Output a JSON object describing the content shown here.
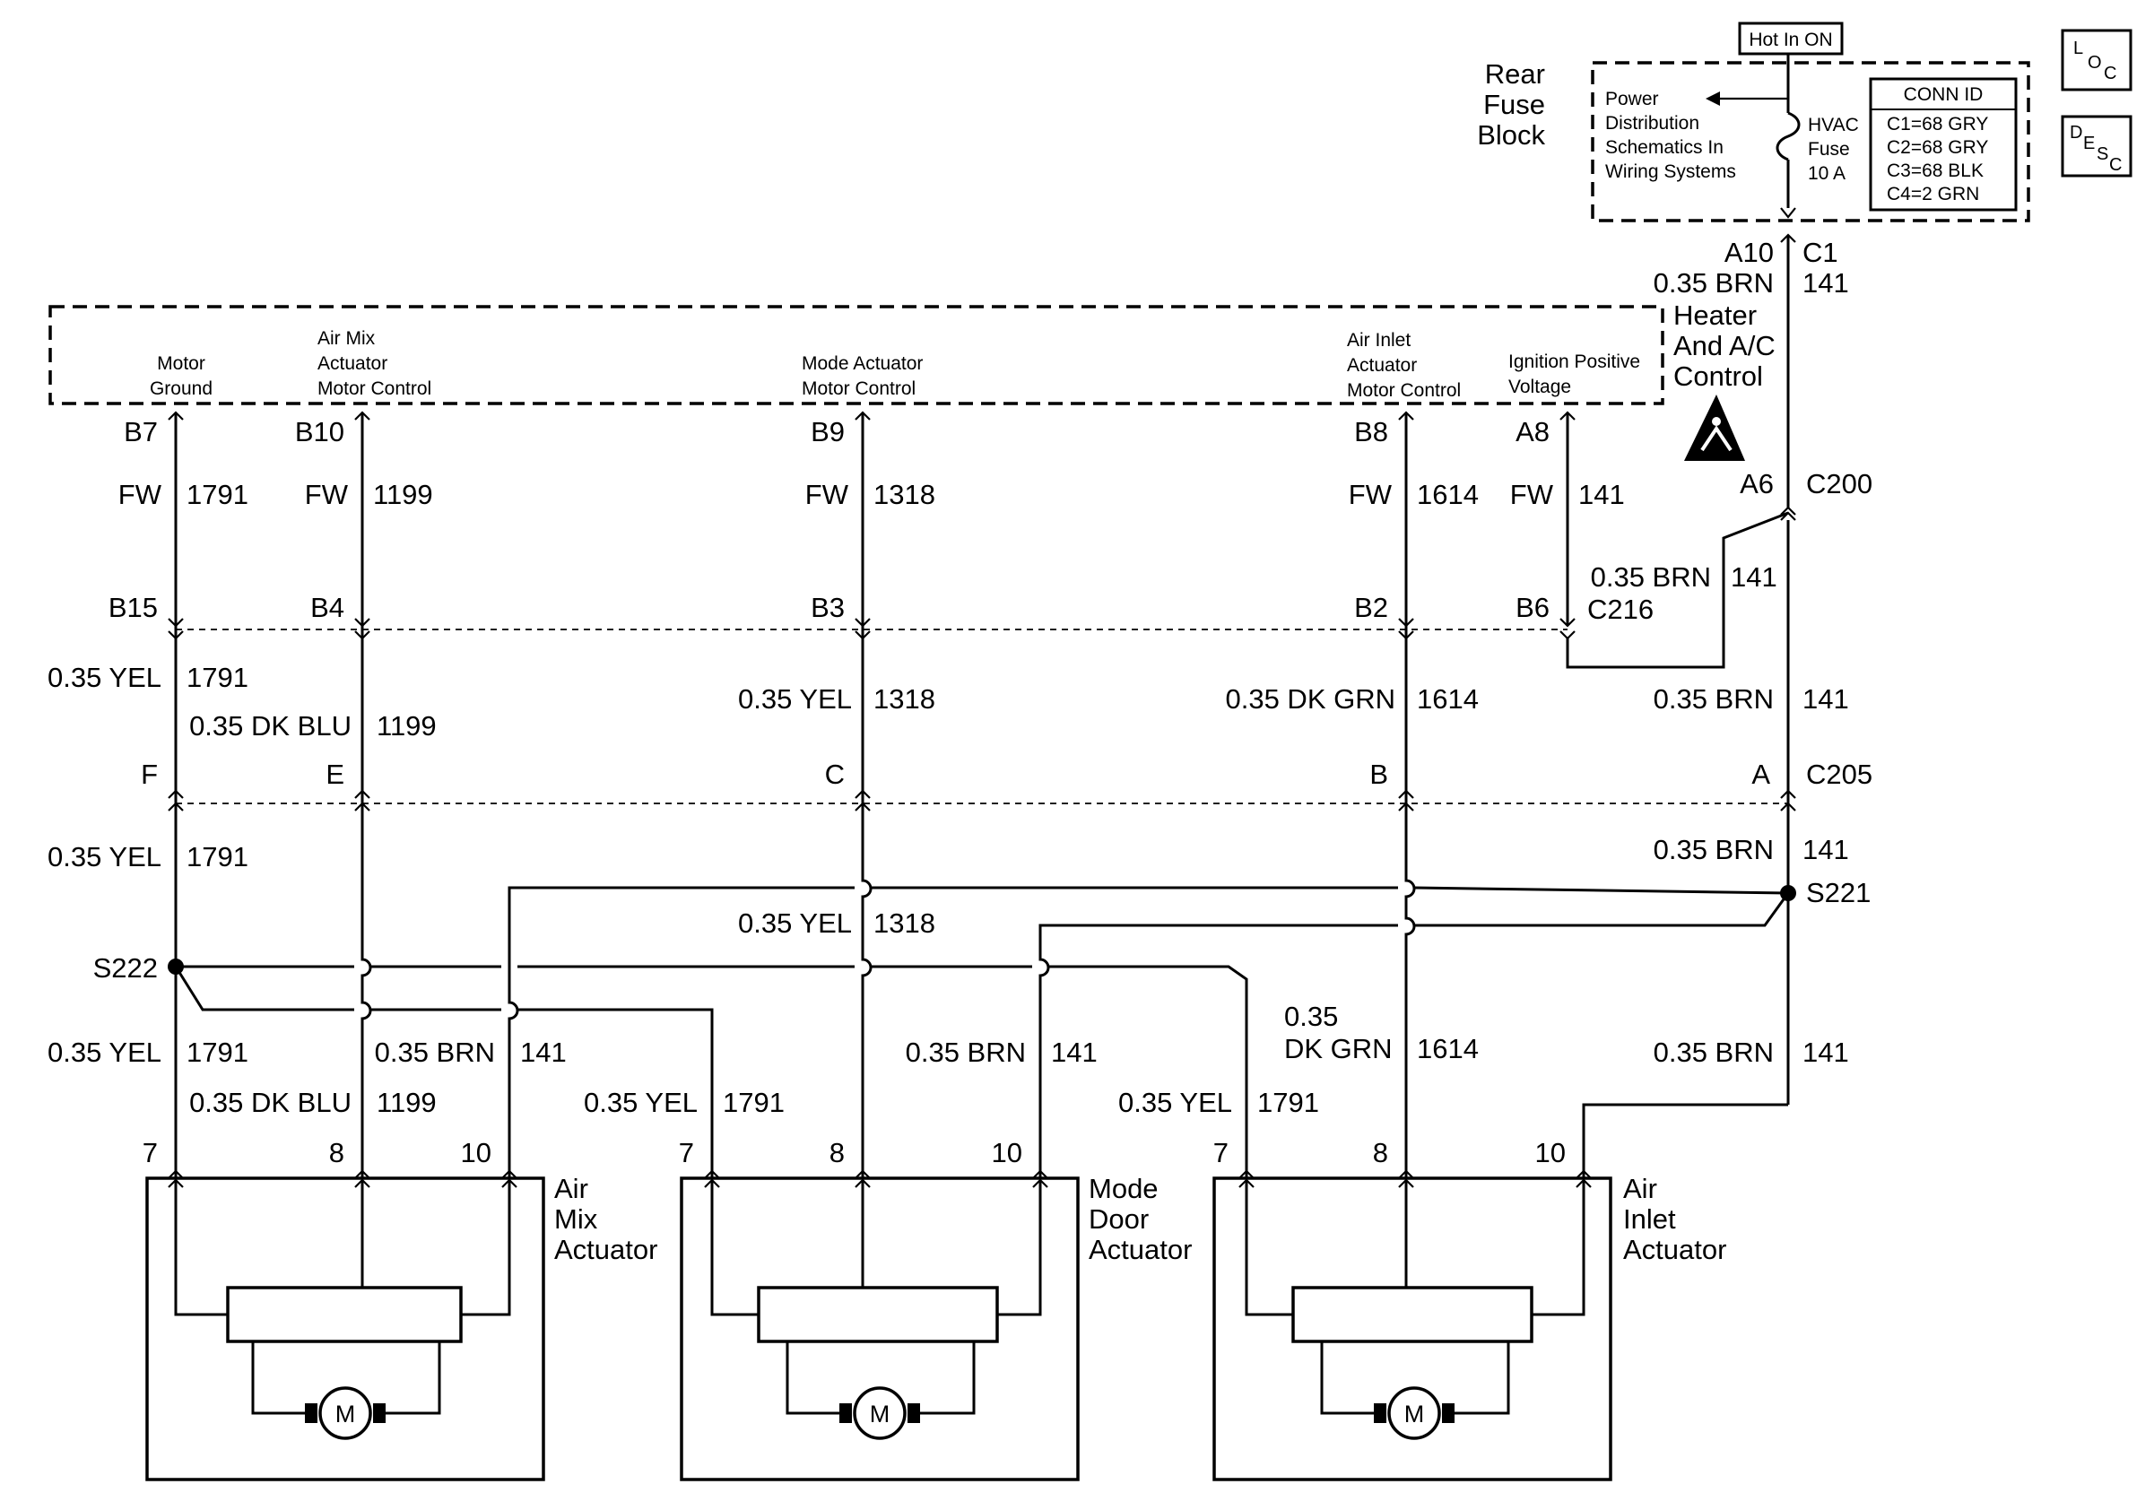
{
  "power": {
    "hot_in_on": "Hot In ON",
    "rear_fuse_block": [
      "Rear",
      "Fuse",
      "Block"
    ],
    "power_distribution_note": [
      "Power",
      "Distribution",
      "Schematics In",
      "Wiring Systems"
    ],
    "fuse": [
      "HVAC",
      "Fuse",
      "10 A"
    ],
    "conn_id_title": "CONN ID",
    "conn_ids": [
      "C1=68 GRY",
      "C2=68 GRY",
      "C3=68 BLK",
      "C4=2 GRN"
    ],
    "loc_icon": "LOC",
    "desc_icon": "DESC"
  },
  "control_module": {
    "name": [
      "Heater",
      "And A/C",
      "Control"
    ],
    "esd_icon": "esd-warning-icon",
    "pins": [
      {
        "label": [
          "Motor",
          "Ground"
        ]
      },
      {
        "label": [
          "Air Mix",
          "Actuator",
          "Motor Control"
        ]
      },
      {
        "label": [
          "Mode Actuator",
          "Motor Control"
        ]
      },
      {
        "label": [
          "Air Inlet",
          "Actuator",
          "Motor Control"
        ]
      },
      {
        "label": [
          "Ignition Positive",
          "Voltage"
        ]
      }
    ]
  },
  "connectors": {
    "a10": "A10",
    "c1": "C1",
    "a6": "A6",
    "c200": "C200",
    "b7": "B7",
    "b10": "B10",
    "b9": "B9",
    "b8": "B8",
    "a8": "A8",
    "b15": "B15",
    "b4": "B4",
    "b3": "B3",
    "b2": "B2",
    "b6": "B6",
    "c216": "C216",
    "f": "F",
    "e": "E",
    "c": "C",
    "b": "B",
    "a": "A",
    "c205": "C205"
  },
  "splices": {
    "s221": "S221",
    "s222": "S222"
  },
  "wires": {
    "brn_035": "0.35 BRN",
    "yel_035": "0.35 YEL",
    "dkblu_035": "0.35 DK BLU",
    "dkgrn_035": "0.35 DK GRN",
    "dkgrn_top": "0.35",
    "dkgrn_bottom": "DK GRN",
    "fw": "FW",
    "c141": "141",
    "c1791": "1791",
    "c1199": "1199",
    "c1318": "1318",
    "c1614": "1614"
  },
  "actuator_pins": {
    "p7": "7",
    "p8": "8",
    "p10": "10"
  },
  "motor_symbol": "M",
  "actuators": [
    {
      "name": [
        "Air",
        "Mix",
        "Actuator"
      ]
    },
    {
      "name": [
        "Mode",
        "Door",
        "Actuator"
      ]
    },
    {
      "name": [
        "Air",
        "Inlet",
        "Actuator"
      ]
    }
  ]
}
